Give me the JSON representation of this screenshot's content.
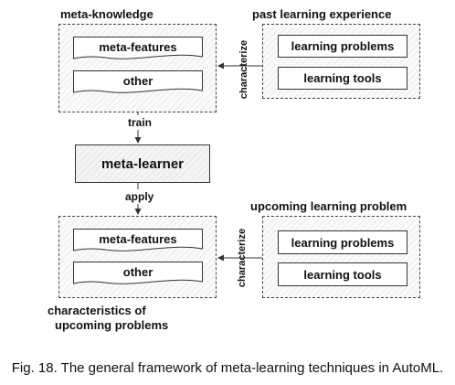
{
  "top_left": {
    "title": "meta-knowledge",
    "items": [
      "meta-features",
      "other"
    ]
  },
  "top_right": {
    "title": "past learning experience",
    "items": [
      "learning problems",
      "learning tools"
    ]
  },
  "bottom_left": {
    "title": "characteristics of upcoming problems",
    "title_line1": "characteristics of",
    "title_line2": "upcoming problems",
    "items": [
      "meta-features",
      "other"
    ]
  },
  "bottom_right": {
    "title": "upcoming learning problem",
    "items": [
      "learning problems",
      "learning tools"
    ]
  },
  "edges": {
    "characterize_top": "characterize",
    "characterize_bottom": "characterize",
    "train": "train",
    "apply": "apply"
  },
  "meta_learner": "meta-learner",
  "caption": "Fig. 18. The general framework of meta-learning techniques in AutoML."
}
